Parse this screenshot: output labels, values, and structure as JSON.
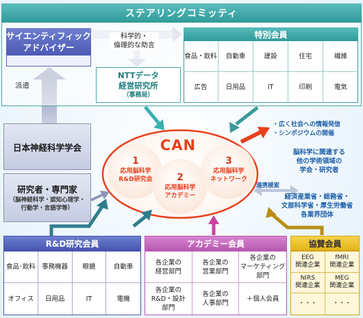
{
  "steering_committee": "ステアリングコミッティ",
  "scientific_advisor": "サイエンティフィック\nアドバイザー",
  "advice_label": "科学的・\n倫理的な助言",
  "ntt_data": {
    "name": "NTTデータ\n経営研究所",
    "role": "（事務局）"
  },
  "special_members": {
    "title": "特別会員",
    "items": [
      "食品・飲料",
      "自動車",
      "建設",
      "住宅",
      "繊維",
      "広告",
      "日用品",
      "IT",
      "印刷",
      "電気"
    ]
  },
  "dispatch_label": "派遣",
  "jns": "日本神経科学学会",
  "researchers": {
    "title": "研究者・専門家",
    "detail": "（脳神経科学・認知心理学・\n行動学・言語学等）"
  },
  "can": {
    "title": "CAN",
    "circles": [
      {
        "num": "1",
        "label": "応用脳科学\nR&D研究会"
      },
      {
        "num": "2",
        "label": "応用脳科学\nアカデミー"
      },
      {
        "num": "3",
        "label": "応用脳科学\nネットワーク"
      }
    ]
  },
  "outreach": [
    "広く社会への情報発信",
    "シンポジウムの開催"
  ],
  "related_academia": "脳科学に関連する\n他の学術領域の\n学会・研究者",
  "collaboration_label": "連携模索",
  "government": "経済産業省・総務省・\n文部科学省・厚生労働省\n各業界団体",
  "rd_members": {
    "title": "R&D研究会員",
    "items": [
      "食品･飲料",
      "事務機器",
      "眼鏡",
      "自動車",
      "オフィス",
      "日用品",
      "IT",
      "電機"
    ]
  },
  "academy_members": {
    "title": "アカデミー会員",
    "items": [
      "各企業の\n経営部門",
      "各企業の\n営業部門",
      "各企業の\nマーケティング\n部門",
      "各企業の\nR&D・設計\n部門",
      "各企業の\n人事部門",
      "＋個人会員"
    ]
  },
  "sponsor_members": {
    "title": "協賛会員",
    "items": [
      "EEG\n関連企業",
      "fMRI\n関連企業",
      "NIRS\n関連企業",
      "MEG\n関連企業",
      "・・・",
      "・・・"
    ]
  },
  "colors": {
    "teal": "#2f9a9a",
    "blue": "#4d5bb5",
    "can_red": "#e8401c",
    "pink": "#b85ab0",
    "gold": "#e3b41c"
  }
}
